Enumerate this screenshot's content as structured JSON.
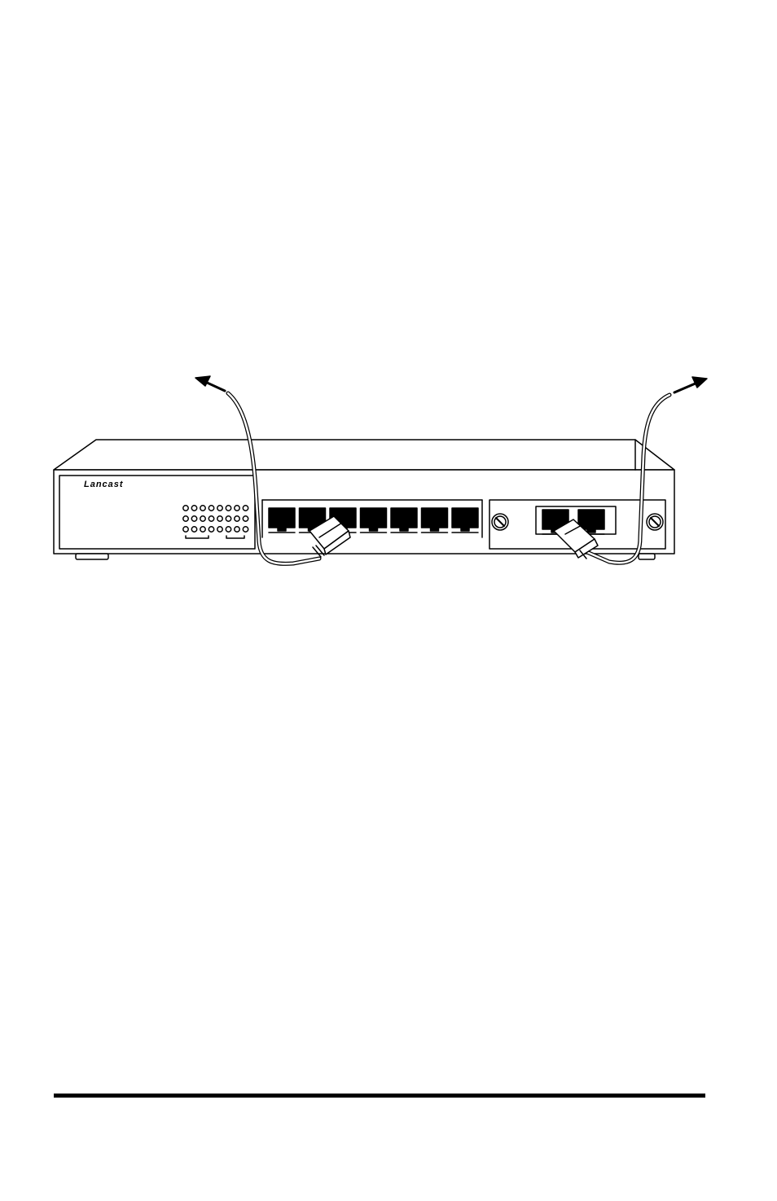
{
  "switch": {
    "brand": "Lancast",
    "main_port_count": 7,
    "module_port_count": 2,
    "led_rows": 3,
    "led_columns": 8
  },
  "colors": {
    "ink": "#000000",
    "paper": "#ffffff"
  },
  "icons": [
    "arrow-up-left-icon",
    "arrow-up-right-icon",
    "screw-icon",
    "rj45-connector-icon"
  ]
}
